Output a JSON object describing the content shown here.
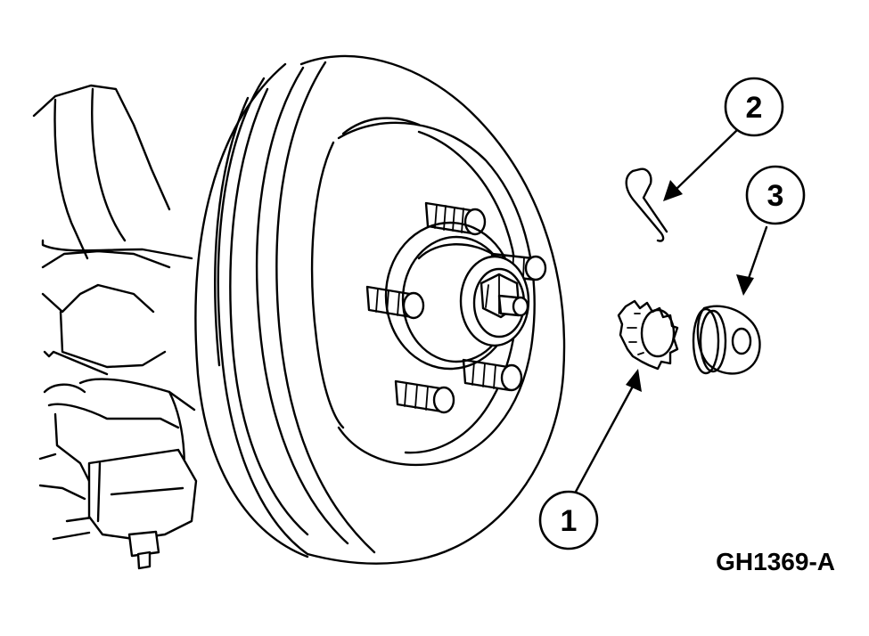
{
  "diagram": {
    "figure_id": "GH1369-A",
    "callouts": [
      {
        "number": "1",
        "part": "retainer-castellated"
      },
      {
        "number": "2",
        "part": "cotter-pin"
      },
      {
        "number": "3",
        "part": "grease-cap"
      }
    ]
  }
}
